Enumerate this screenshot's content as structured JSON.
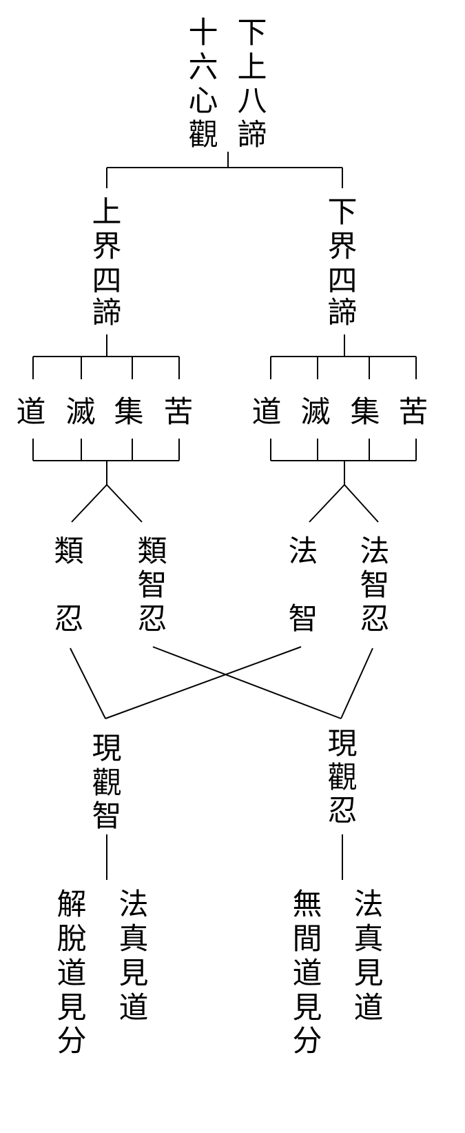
{
  "root": {
    "col_left": "十六心觀",
    "col_right": "下上八諦"
  },
  "upper": {
    "title": "上界四諦",
    "items": [
      "道",
      "滅",
      "集",
      "苦"
    ]
  },
  "lower": {
    "title": "下界四諦",
    "items": [
      "道",
      "滅",
      "集",
      "苦"
    ]
  },
  "left_pair": {
    "single_top": "類",
    "single_bottom": "忍",
    "stack": "類智忍"
  },
  "right_pair": {
    "single_top": "法",
    "single_bottom": "智",
    "stack": "法智忍"
  },
  "outcomes": {
    "wisdom": "現觀智",
    "patience": "現觀忍",
    "wisdom_col_left": "解脫道見分",
    "wisdom_col_right": "法真見道",
    "patience_col_left": "無間道見分",
    "patience_col_right": "法真見道"
  }
}
